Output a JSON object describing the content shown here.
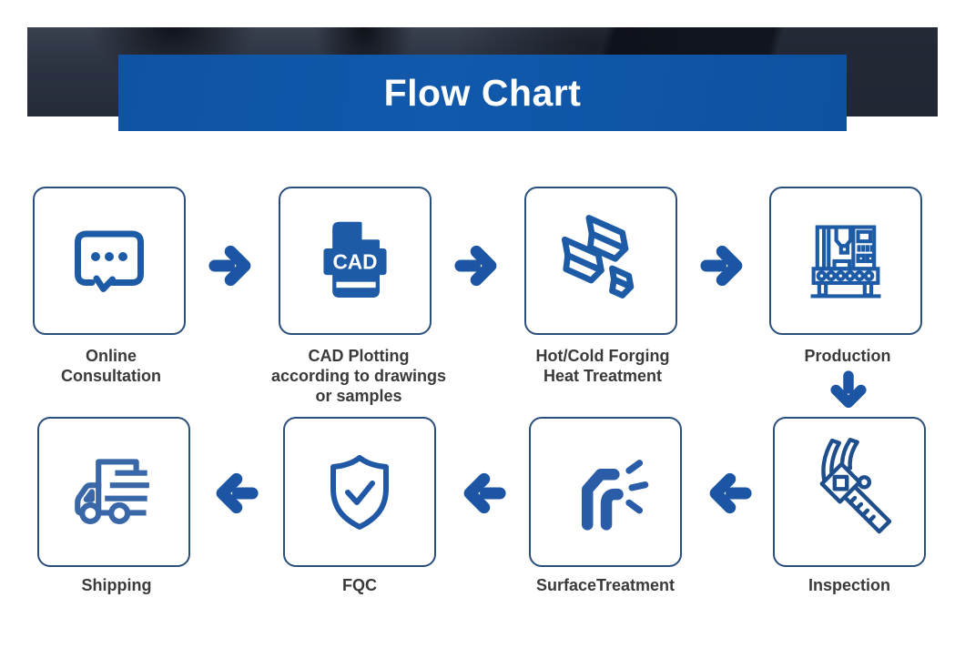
{
  "banner": {
    "title": "Flow Chart"
  },
  "colors": {
    "banner_blue": "#1157a8",
    "arrow_blue": "#1b55a3",
    "icon_blue": "#1d5ba6",
    "box_border": "#2a4f7c",
    "label_text": "#3a3a3a"
  },
  "icons": {
    "cad_text": "CAD"
  },
  "steps": [
    {
      "id": "online-consultation",
      "icon": "chat-bubble-icon",
      "label": "Online\nConsultation"
    },
    {
      "id": "cad-plotting",
      "icon": "cad-file-icon",
      "label": "CAD Plotting\naccording to drawings\nor samples"
    },
    {
      "id": "hot-cold-forging",
      "icon": "metal-ingots-icon",
      "label": "Hot/Cold Forging\nHeat Treatment"
    },
    {
      "id": "production",
      "icon": "cnc-machine-icon",
      "label": "Production"
    },
    {
      "id": "inspection",
      "icon": "caliper-icon",
      "label": "Inspection"
    },
    {
      "id": "surface-treatment",
      "icon": "surface-polish-icon",
      "label": "SurfaceTreatment"
    },
    {
      "id": "fqc",
      "icon": "shield-check-icon",
      "label": "FQC"
    },
    {
      "id": "shipping",
      "icon": "delivery-truck-icon",
      "label": "Shipping"
    }
  ]
}
